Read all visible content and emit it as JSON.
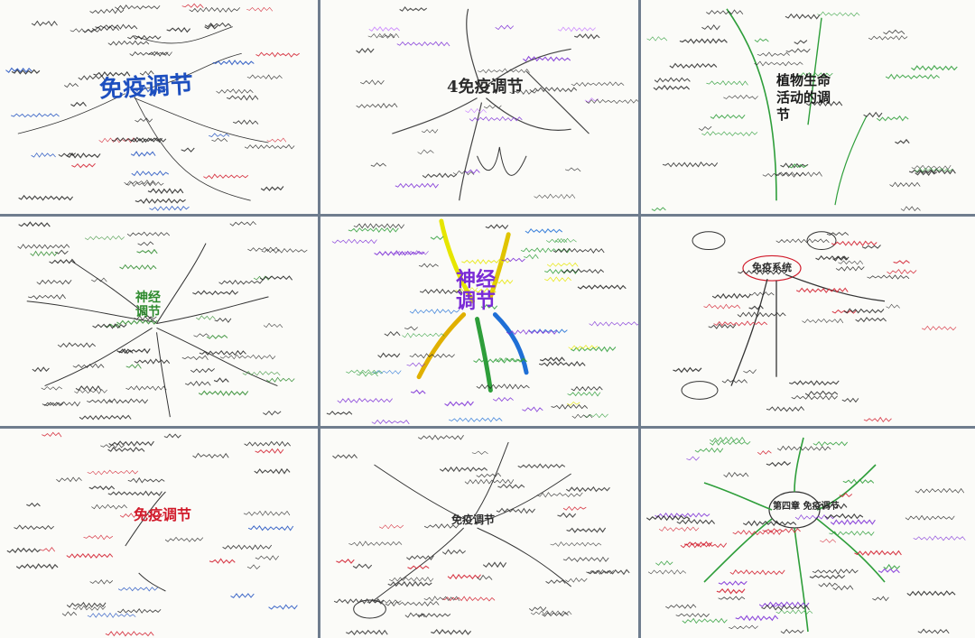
{
  "panels": [
    {
      "id": "p1",
      "title": "免疫调节",
      "title_color": "#1d4fbf",
      "ink": "#222222",
      "accents": [
        "#d11a2a",
        "#1d4fbf"
      ],
      "style": "dense-mindmap"
    },
    {
      "id": "p2",
      "title": "4免疫调节",
      "title_color": "#2b2b2b",
      "ink": "#333333",
      "accents": [
        "#7a2bd6",
        "#c77cff"
      ],
      "style": "tree"
    },
    {
      "id": "p3",
      "title": "植物生命活动的调节",
      "title_color": "#1a1a1a",
      "ink": "#2a2a2a",
      "accents": [
        "#2e9e3a"
      ],
      "style": "notes"
    },
    {
      "id": "p4",
      "title": "神经调节",
      "title_color": "#2e8b2e",
      "ink": "#222222",
      "accents": [
        "#2e8b2e"
      ],
      "style": "radial"
    },
    {
      "id": "p5",
      "title": "神经调节",
      "title_color": "#7a2bd6",
      "ink": "#222222",
      "accents": [
        "#e6e600",
        "#1f6fd6",
        "#2e9e3a",
        "#7a2bd6"
      ],
      "style": "radial-colorful"
    },
    {
      "id": "p6",
      "title": "免疫系统",
      "title_color": "#2b2b2b",
      "ink": "#222222",
      "accents": [
        "#d11a2a"
      ],
      "style": "tree"
    },
    {
      "id": "p7",
      "title": "免疫调节",
      "title_color": "#d11a2a",
      "ink": "#2a2a2a",
      "accents": [
        "#d11a2a",
        "#1d4fbf"
      ],
      "style": "notes"
    },
    {
      "id": "p8",
      "title": "免疫调节",
      "title_color": "#2b2b2b",
      "ink": "#333333",
      "accents": [
        "#d11a2a"
      ],
      "style": "tree"
    },
    {
      "id": "p9",
      "title": "第四章 免疫调节",
      "title_color": "#2b2b2b",
      "ink": "#222222",
      "accents": [
        "#2e9e3a",
        "#d11a2a",
        "#7a2bd6"
      ],
      "style": "radial-colorful"
    }
  ]
}
